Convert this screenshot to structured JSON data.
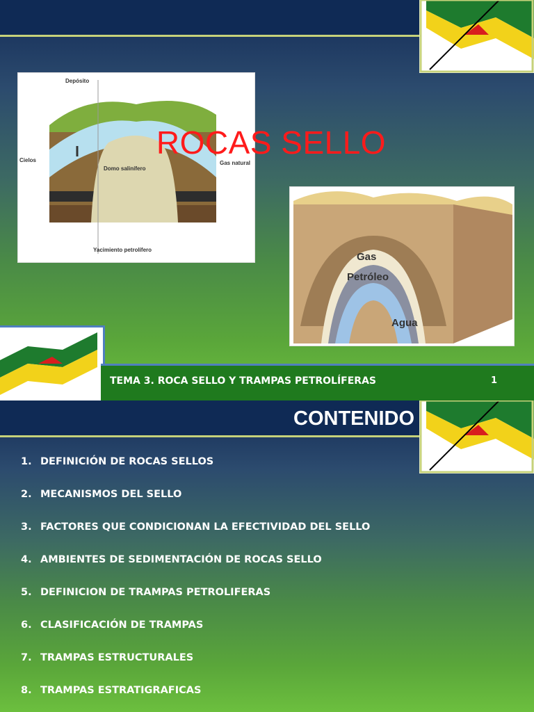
{
  "slide1": {
    "title": "ROCAS SELLO",
    "footer_text": "TEMA 3. ROCA SELLO Y TRAMPAS PETROLÍFERAS",
    "page_number": "1",
    "diagram1": {
      "label_deposito": "Depósito",
      "label_cielos": "Cielos",
      "label_domo": "Domo salinífero",
      "label_gas_natural": "Gas natural",
      "label_yacimiento": "Yacimiento petrolífero"
    },
    "diagram2": {
      "label_gas": "Gas",
      "label_petroleo": "Petróleo",
      "label_agua": "Agua"
    }
  },
  "slide2": {
    "title": "CONTENIDO",
    "items": [
      {
        "num": "1.",
        "text": "DEFINICIÓN DE ROCAS SELLOS"
      },
      {
        "num": "2.",
        "text": "MECANISMOS DEL SELLO"
      },
      {
        "num": "3.",
        "text": "FACTORES QUE CONDICIONAN LA EFECTIVIDAD DEL SELLO"
      },
      {
        "num": "4.",
        "text": "AMBIENTES DE SEDIMENTACIÓN DE ROCAS SELLO"
      },
      {
        "num": "5.",
        "text": "DEFINICION DE TRAMPAS PETROLIFERAS"
      },
      {
        "num": "6.",
        "text": "CLASIFICACIÓN DE TRAMPAS"
      },
      {
        "num": "7.",
        "text": "TRAMPAS ESTRUCTURALES"
      },
      {
        "num": "8.",
        "text": "TRAMPAS ESTRATIGRAFICAS"
      }
    ]
  },
  "colors": {
    "title_red": "#ff1b1b",
    "logo_green": "#1e7b2e",
    "logo_yellow": "#f2d21a",
    "logo_red": "#d81e1e",
    "footer_green": "#1f7a1e"
  }
}
